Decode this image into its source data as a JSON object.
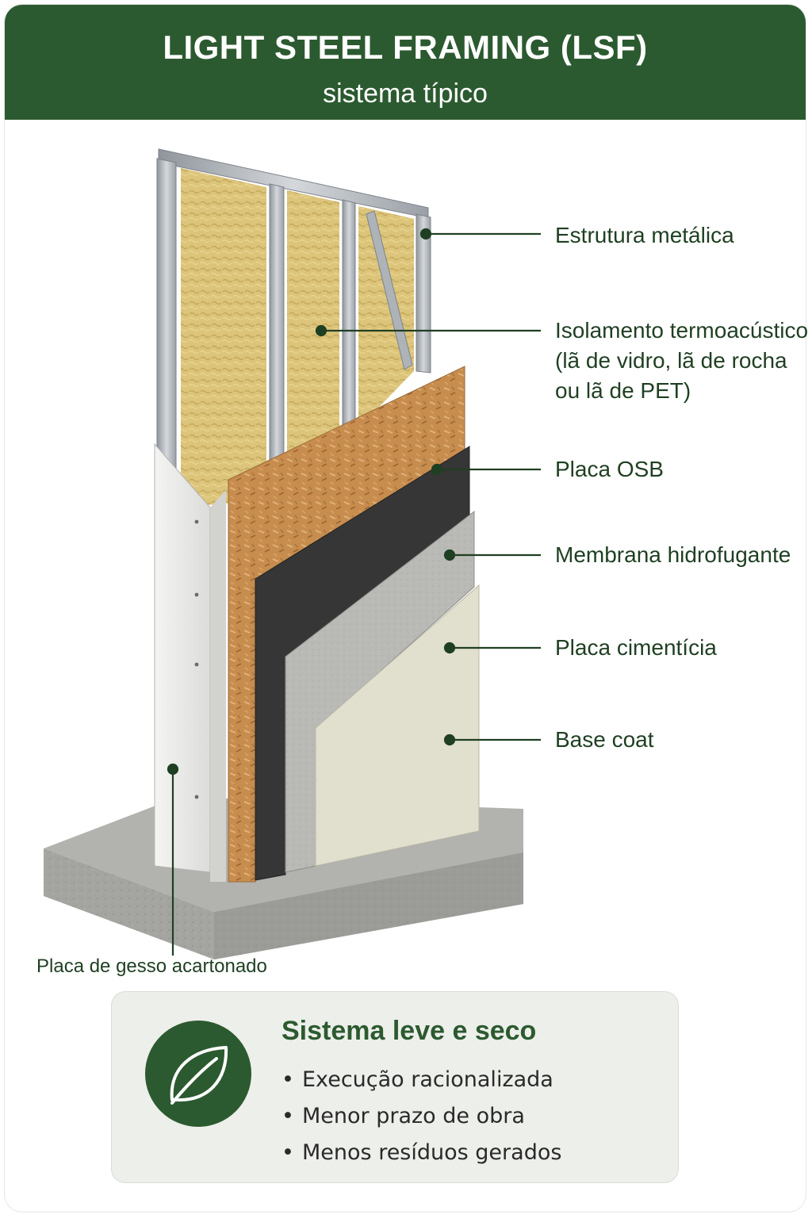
{
  "header": {
    "title": "LIGHT STEEL FRAMING (LSF)",
    "subtitle": "sistema típico"
  },
  "layers": [
    {
      "id": "estrutura",
      "label": "Estrutura metálica"
    },
    {
      "id": "isolamento",
      "label": "Isolamento termoacústico\n(lã de vidro, lã de rocha\nou lã de PET)"
    },
    {
      "id": "osb",
      "label": "Placa OSB"
    },
    {
      "id": "membrana",
      "label": "Membrana hidrofugante"
    },
    {
      "id": "cimenticia",
      "label": "Placa cimentícia"
    },
    {
      "id": "basecoat",
      "label": "Base coat"
    },
    {
      "id": "gesso",
      "label": "Placa de gesso acartonado"
    }
  ],
  "info": {
    "heading": "Sistema leve e seco",
    "icon": "leaf-icon",
    "items": [
      "Execução racionalizada",
      "Menor prazo de obra",
      "Menos resíduos gerados"
    ]
  },
  "colors": {
    "brand_green": "#2c5a30",
    "label_text": "#1f3f22",
    "insulation": "#dcc47a",
    "osb": "#c78d4e",
    "membrane": "#3a3a3a",
    "cement_board": "#b7b7b4",
    "base_coat": "#e2e0ce",
    "gypsum": "#eeeeec",
    "steel": "#b9bec4",
    "concrete": "#9c9c98"
  }
}
